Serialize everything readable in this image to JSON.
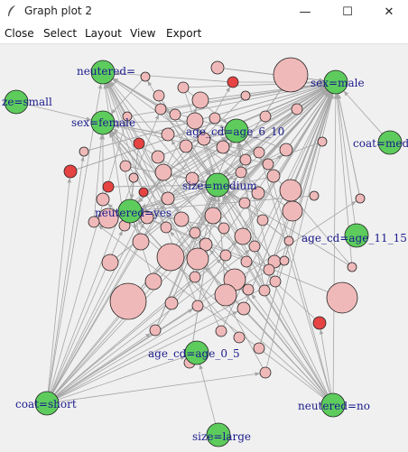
{
  "window": {
    "title": "Graph plot 2"
  },
  "window_buttons": [
    {
      "name": "minimize-button",
      "glyph": "—"
    },
    {
      "name": "maximize-button",
      "glyph": "☐"
    },
    {
      "name": "close-button",
      "glyph": "✕"
    }
  ],
  "menu": [
    "Close",
    "Select",
    "Layout",
    "View",
    "Export"
  ],
  "colors": {
    "edge": "#a6a6a6",
    "attr_fill": "#5dcc5d",
    "item_fill": "#f0b9b9",
    "item_strong": "#e64343",
    "label": "#1a1a8c"
  },
  "labels": {
    "neutered_eq": "neutered=",
    "size_small": "ze=small",
    "sex_female": "sex=female",
    "age_6_10": "age_cd=age_6_10",
    "sex_male": "sex=male",
    "coat_medium": "coat=medi",
    "size_medium": "size=medium",
    "neutered_yes": "neutered=yes",
    "age_11_15": "age_cd=age_11_15",
    "age_0_5": "age_cd=age_0_5",
    "coat_short": "coat=short",
    "neutered_no": "neutered=no",
    "size_large": "size=large"
  }
}
